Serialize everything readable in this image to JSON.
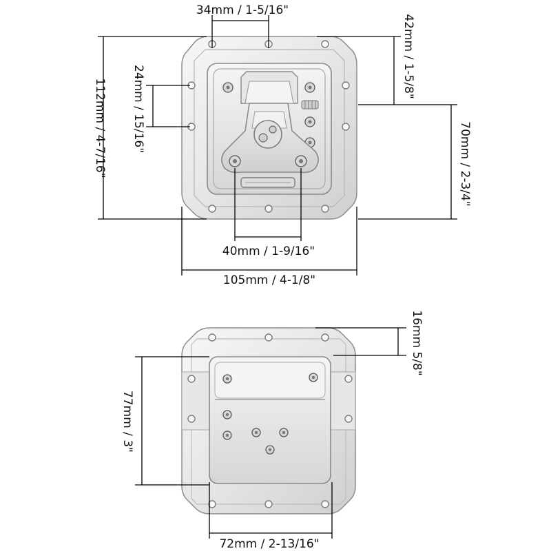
{
  "dimensions": {
    "top_hole_spacing": "34mm / 1-5/16\"",
    "overall_height": "112mm / 4-7/16\"",
    "side_hole_spacing": "24mm / 15/16\"",
    "flange_offset_top": "42mm / 1-5/8\"",
    "recess_depth_height": "70mm / 2-3/4\"",
    "pivot_spacing": "40mm / 1-9/16\"",
    "overall_width": "105mm / 4-1/8\"",
    "rear_flange_offset": "16mm 5/8\"",
    "rear_box_height": "77mm / 3\"",
    "rear_box_width": "72mm / 2-13/16\""
  },
  "colors": {
    "metal_light": "#f3f3f3",
    "metal_mid": "#d9d9d9",
    "metal_dark": "#8c8c8c",
    "line": "#000000"
  }
}
